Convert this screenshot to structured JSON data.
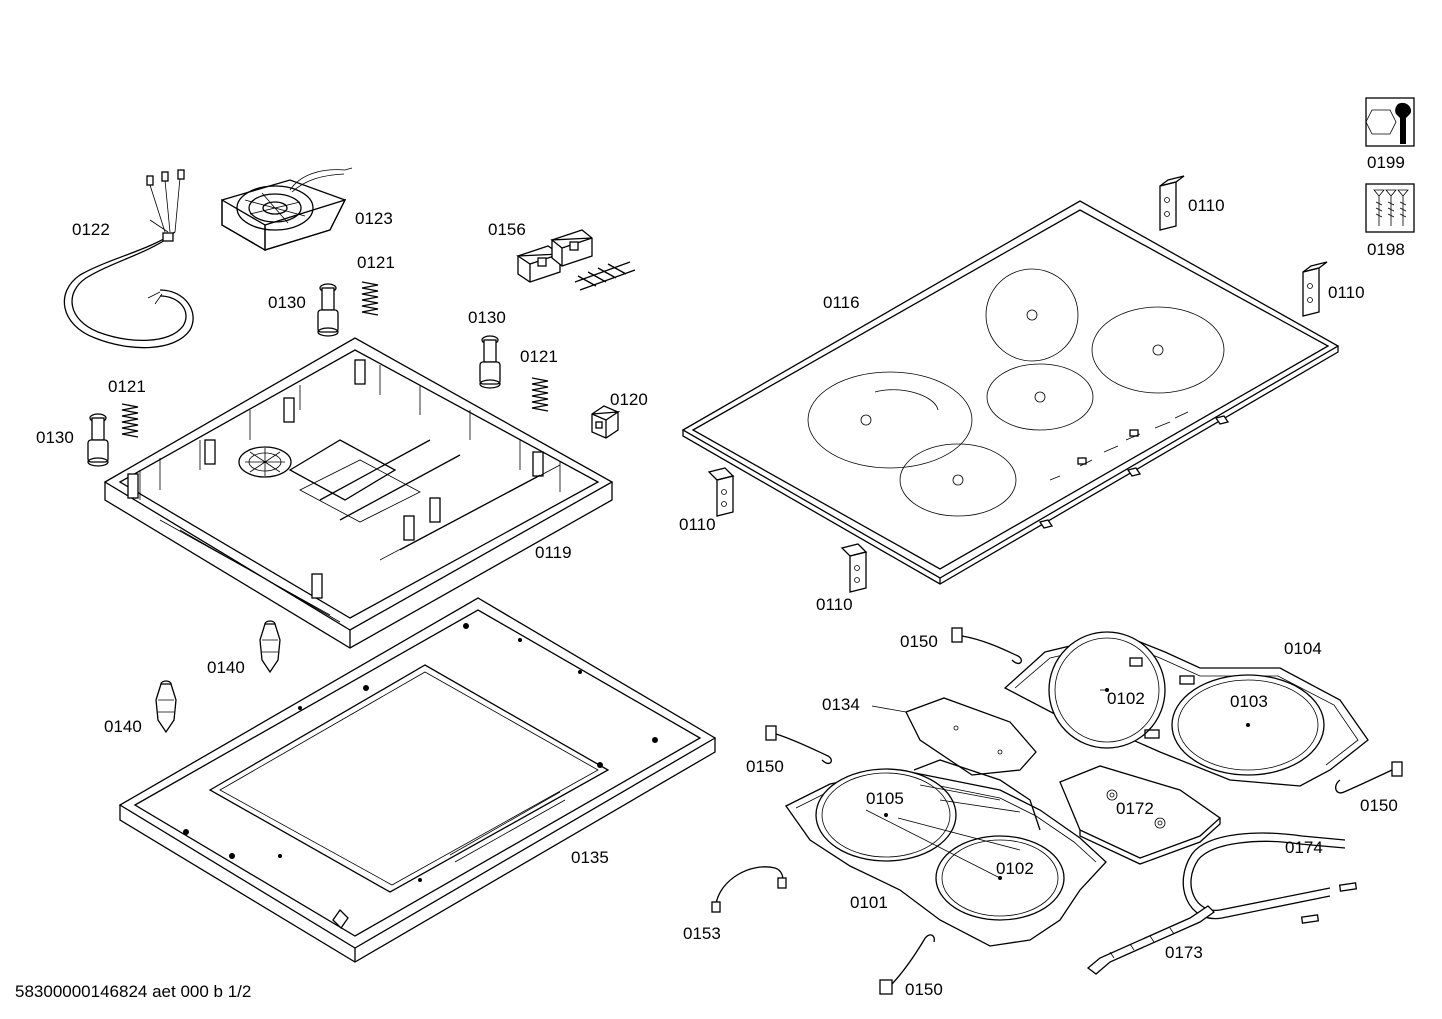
{
  "footer": {
    "document_id": "58300000146824 aet 000 b 1/2"
  },
  "callouts": {
    "c0122": "0122",
    "c0123": "0123",
    "c0156": "0156",
    "c0121a": "0121",
    "c0121b": "0121",
    "c0121c": "0121",
    "c0130a": "0130",
    "c0130b": "0130",
    "c0130c": "0130",
    "c0120": "0120",
    "c0119": "0119",
    "c0140a": "0140",
    "c0140b": "0140",
    "c0135": "0135",
    "c0116": "0116",
    "c0110a": "0110",
    "c0110b": "0110",
    "c0110c": "0110",
    "c0110d": "0110",
    "c0199": "0199",
    "c0198": "0198",
    "c0150a": "0150",
    "c0150b": "0150",
    "c0150c": "0150",
    "c0150d": "0150",
    "c0104": "0104",
    "c0102a": "0102",
    "c0102b": "0102",
    "c0103": "0103",
    "c0134": "0134",
    "c0105": "0105",
    "c0172": "0172",
    "c0174": "0174",
    "c0101": "0101",
    "c0153": "0153",
    "c0173": "0173"
  }
}
